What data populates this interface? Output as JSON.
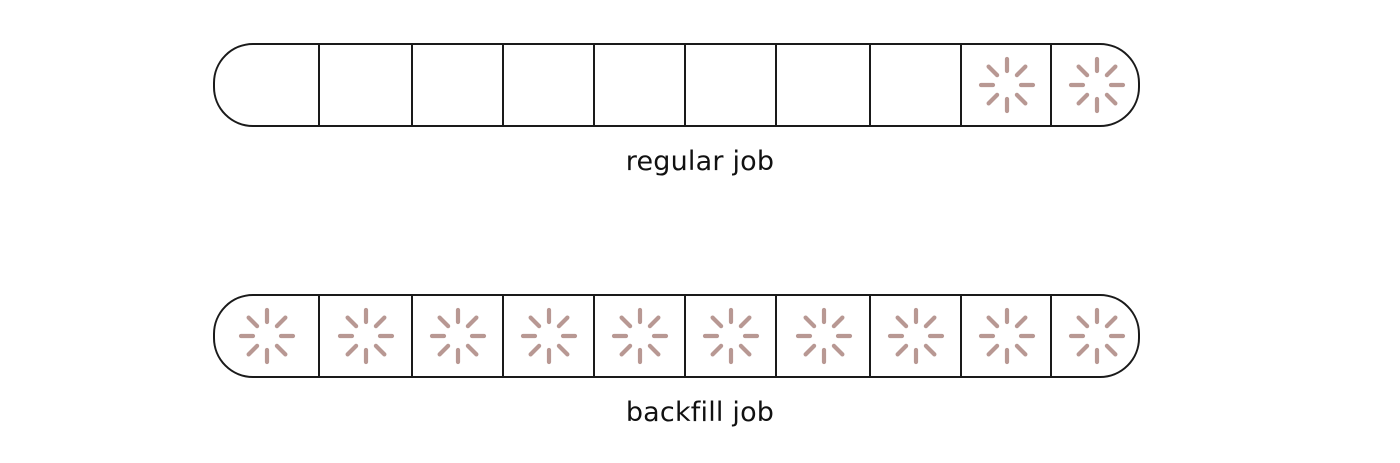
{
  "colors": {
    "outline": "#1a1a1a",
    "spinner": "#b89893",
    "text": "#111111"
  },
  "jobs": [
    {
      "label": "regular job",
      "slots": [
        "empty",
        "empty",
        "empty",
        "empty",
        "empty",
        "empty",
        "empty",
        "empty",
        "loading",
        "loading"
      ]
    },
    {
      "label": "backfill job",
      "slots": [
        "loading",
        "loading",
        "loading",
        "loading",
        "loading",
        "loading",
        "loading",
        "loading",
        "loading",
        "loading"
      ]
    }
  ],
  "slot_icon": "loading-spinner-icon"
}
